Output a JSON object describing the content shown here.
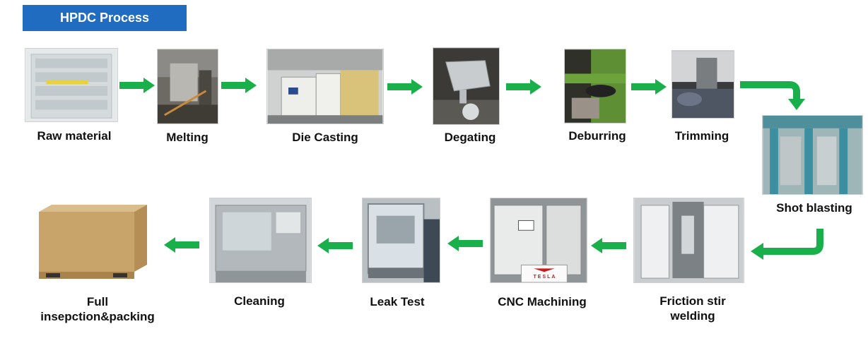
{
  "title": "HPDC Process",
  "colors": {
    "title_bg": "#1f6cc0",
    "arrow": "#19b04b"
  },
  "steps": [
    {
      "label": "Raw material",
      "icon": "raw-material-photo"
    },
    {
      "label": "Melting",
      "icon": "melting-furnace-photo"
    },
    {
      "label": "Die Casting",
      "icon": "die-casting-machine-photo"
    },
    {
      "label": "Degating",
      "icon": "degating-part-photo"
    },
    {
      "label": "Deburring",
      "icon": "deburring-belt-photo"
    },
    {
      "label": "Trimming",
      "icon": "trimming-tool-photo"
    },
    {
      "label": "Shot blasting",
      "icon": "shot-blasting-machine-photo"
    },
    {
      "label": "Friction stir\nwelding",
      "icon": "friction-stir-welding-machine-photo"
    },
    {
      "label": "CNC Machining",
      "icon": "cnc-machine-photo",
      "logo_text": "TESLA"
    },
    {
      "label": "Leak Test",
      "icon": "leak-test-station-photo"
    },
    {
      "label": "Cleaning",
      "icon": "cleaning-machine-photo"
    },
    {
      "label": "Full\ninsepction&packing",
      "icon": "packing-crate-photo"
    }
  ]
}
